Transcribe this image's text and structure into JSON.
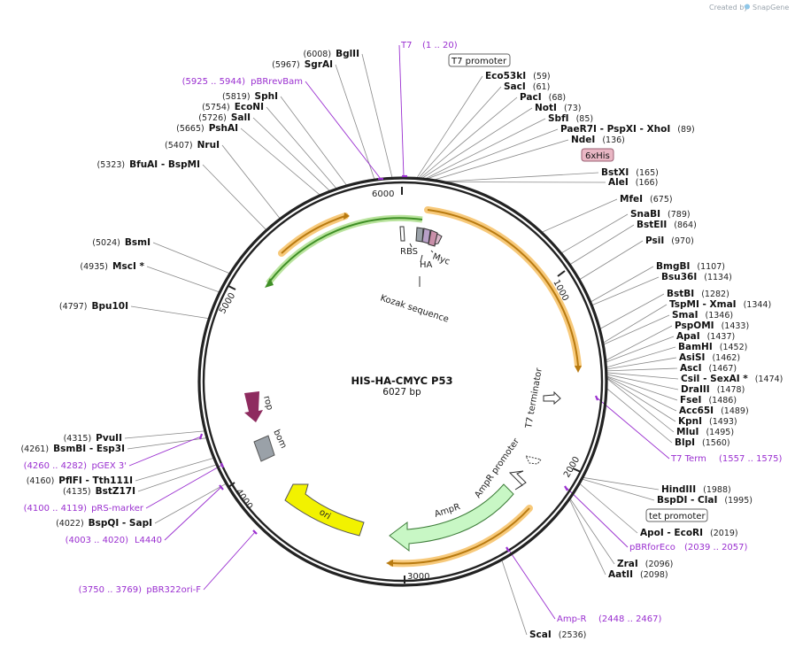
{
  "credit": {
    "text": "Created by",
    "brand": "SnapGene"
  },
  "plasmid": {
    "name": "HIS-HA-CMYC P53",
    "length": "6027 bp"
  },
  "ticks": [
    "1000",
    "2000",
    "3000",
    "4000",
    "5000",
    "6000"
  ],
  "colors": {
    "feature_text": "#9a2fd0",
    "orange_arrow": "#f3b14a",
    "green_arrow": "#49a632",
    "amp_fill": "#c8f7c5",
    "ori_fill": "#f2f200",
    "rop_fill": "#8e2b5f",
    "bom_fill": "#9aa1a8",
    "tag_box": "#e9b7c4"
  },
  "sites_left": [
    {
      "name": "BglII",
      "pos": "(6008)"
    },
    {
      "name": "SgrAI",
      "pos": "(5967)"
    },
    {
      "name": "SphI",
      "pos": "(5819)"
    },
    {
      "name": "EcoNI",
      "pos": "(5754)"
    },
    {
      "name": "SalI",
      "pos": "(5726)"
    },
    {
      "name": "PshAI",
      "pos": "(5665)"
    },
    {
      "name": "NruI",
      "pos": "(5407)"
    },
    {
      "name": "BfuAI - BspMI",
      "pos": "(5323)"
    },
    {
      "name": "BsmI",
      "pos": "(5024)"
    },
    {
      "name": "MscI *",
      "pos": "(4935)"
    },
    {
      "name": "Bpu10I",
      "pos": "(4797)"
    },
    {
      "name": "PvuII",
      "pos": "(4315)"
    },
    {
      "name": "BsmBI - Esp3I",
      "pos": "(4261)"
    },
    {
      "name": "PflFI - Tth111I",
      "pos": "(4160)"
    },
    {
      "name": "BstZ17I",
      "pos": "(4135)"
    },
    {
      "name": "BspQI - SapI",
      "pos": "(4022)"
    }
  ],
  "sites_right": [
    {
      "name": "Eco53kI",
      "pos": "(59)"
    },
    {
      "name": "SacI",
      "pos": "(61)"
    },
    {
      "name": "PacI",
      "pos": "(68)"
    },
    {
      "name": "NotI",
      "pos": "(73)"
    },
    {
      "name": "SbfI",
      "pos": "(85)"
    },
    {
      "name": "PaeR7I - PspXI - XhoI",
      "pos": "(89)"
    },
    {
      "name": "NdeI",
      "pos": "(136)"
    },
    {
      "name": "BstXI",
      "pos": "(165)"
    },
    {
      "name": "AleI",
      "pos": "(166)"
    },
    {
      "name": "MfeI",
      "pos": "(675)"
    },
    {
      "name": "SnaBI",
      "pos": "(789)"
    },
    {
      "name": "BstEII",
      "pos": "(864)"
    },
    {
      "name": "PsiI",
      "pos": "(970)"
    },
    {
      "name": "BmgBI",
      "pos": "(1107)"
    },
    {
      "name": "Bsu36I",
      "pos": "(1134)"
    },
    {
      "name": "BstBI",
      "pos": "(1282)"
    },
    {
      "name": "TspMI - XmaI",
      "pos": "(1344)"
    },
    {
      "name": "SmaI",
      "pos": "(1346)"
    },
    {
      "name": "PspOMI",
      "pos": "(1433)"
    },
    {
      "name": "ApaI",
      "pos": "(1437)"
    },
    {
      "name": "BamHI",
      "pos": "(1452)"
    },
    {
      "name": "AsiSI",
      "pos": "(1462)"
    },
    {
      "name": "AscI",
      "pos": "(1467)"
    },
    {
      "name": "CsiI - SexAI *",
      "pos": "(1474)"
    },
    {
      "name": "DraIII",
      "pos": "(1478)"
    },
    {
      "name": "FseI",
      "pos": "(1486)"
    },
    {
      "name": "Acc65I",
      "pos": "(1489)"
    },
    {
      "name": "KpnI",
      "pos": "(1493)"
    },
    {
      "name": "MluI",
      "pos": "(1495)"
    },
    {
      "name": "BlpI",
      "pos": "(1560)"
    },
    {
      "name": "HindIII",
      "pos": "(1988)"
    },
    {
      "name": "BspDI - ClaI",
      "pos": "(1995)"
    },
    {
      "name": "ApoI - EcoRI",
      "pos": "(2019)"
    },
    {
      "name": "ZraI",
      "pos": "(2096)"
    },
    {
      "name": "AatII",
      "pos": "(2098)"
    },
    {
      "name": "ScaI",
      "pos": "(2536)"
    }
  ],
  "primers": [
    {
      "name": "T7",
      "range": "(1 .. 20)"
    },
    {
      "name": "pBRrevBam",
      "range": "(5925 .. 5944)"
    },
    {
      "name": "T7 Term",
      "range": "(1557 .. 1575)"
    },
    {
      "name": "pBRforEco",
      "range": "(2039 .. 2057)"
    },
    {
      "name": "Amp-R",
      "range": "(2448 .. 2467)"
    },
    {
      "name": "pGEX 3'",
      "range": "(4260 .. 4282)"
    },
    {
      "name": "pRS-marker",
      "range": "(4100 .. 4119)"
    },
    {
      "name": "L4440",
      "range": "(4003 .. 4020)"
    },
    {
      "name": "pBR322ori-F",
      "range": "(3750 .. 3769)"
    }
  ],
  "boxed": {
    "t7_promoter": "T7 promoter",
    "tet_promoter": "tet promoter",
    "his_tag": "6xHis"
  },
  "features": {
    "rbs": "RBS",
    "ha": "HA",
    "myc": "Myc",
    "kozak": "Kozak sequence",
    "t7_terminator": "T7 terminator",
    "ampr_promoter": "AmpR promoter",
    "ampr": "AmpR",
    "ori": "ori",
    "rop": "rop",
    "bom": "bom"
  }
}
